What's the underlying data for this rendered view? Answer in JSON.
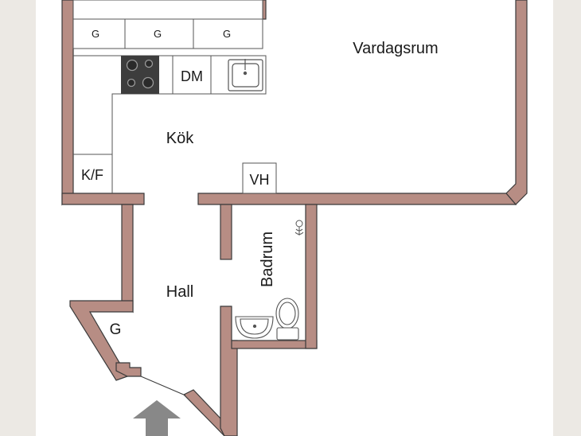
{
  "colors": {
    "wall": "#b78d84",
    "wall_stroke": "#3a3a3a",
    "paper": "#ffffff",
    "margin": "#ece9e4",
    "fixture": "#555555",
    "stove": "#3d3d3d",
    "entry_arrow": "#888888"
  },
  "rooms": {
    "living": "Vardagsrum",
    "kitchen": "Kök",
    "hall": "Hall",
    "bath": "Badrum"
  },
  "fixtures": {
    "wardrobe_top_1": "G",
    "wardrobe_top_2": "G",
    "wardrobe_top_3": "G",
    "dishwasher": "DM",
    "fridge_freezer": "K/F",
    "water_heater": "VH",
    "wardrobe_hall": "G"
  },
  "icons": {
    "stove": "stove-icon",
    "sink": "sink-icon",
    "toilet": "toilet-icon",
    "washbasin": "washbasin-icon",
    "shower": "shower-icon",
    "entry": "entry-arrow-icon"
  }
}
